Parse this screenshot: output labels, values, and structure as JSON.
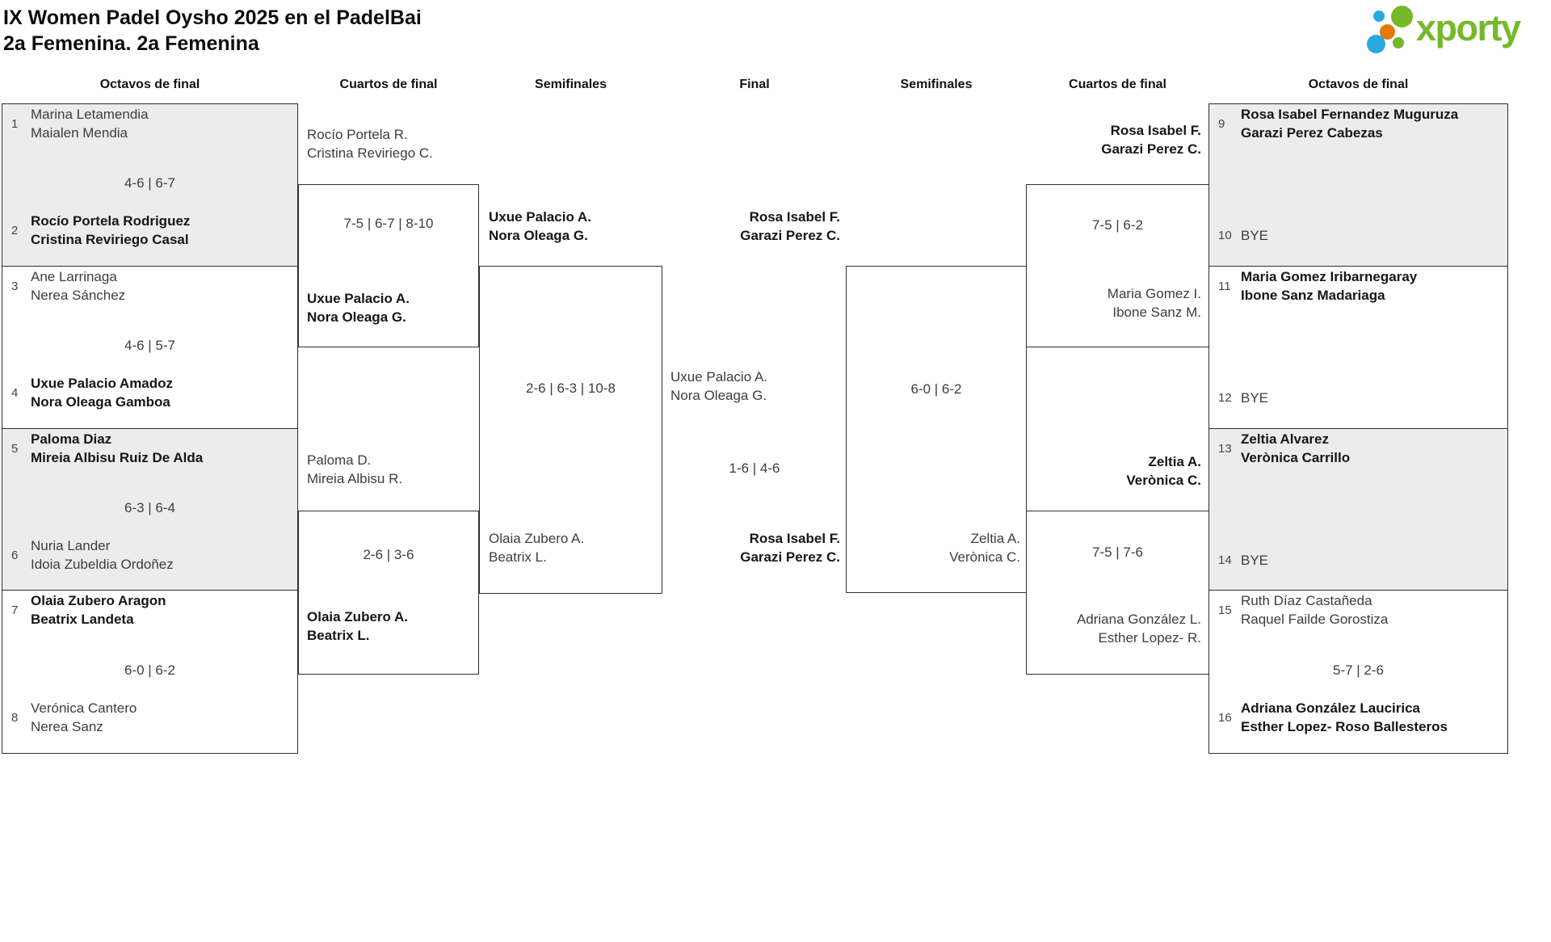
{
  "title": {
    "line1": "IX Women Padel Oysho 2025 en el PadelBai",
    "line2": "2a Femenina. 2a Femenina"
  },
  "logo": {
    "wordmark": "xporty"
  },
  "colors": {
    "accent_green": "#76b82a",
    "dot_blue": "#2aa9e0",
    "dot_orange": "#e4770e",
    "shade": "#ececec",
    "line": "#2f2f2f"
  },
  "round_headers": {
    "r16_left": "Octavos de final",
    "qf_left": "Cuartos de final",
    "sf_left": "Semifinales",
    "final": "Final",
    "sf_right": "Semifinales",
    "qf_right": "Cuartos de final",
    "r16_right": "Octavos de final"
  },
  "matches": {
    "r16_l1": {
      "seed_top": "1",
      "top1": "Marina Letamendia",
      "top2": "Maialen Mendia",
      "score": "4-6 | 6-7",
      "seed_bottom": "2",
      "bottom1": "Rocío Portela Rodriguez",
      "bottom2": "Cristina Reviriego Casal"
    },
    "r16_l2": {
      "seed_top": "3",
      "top1": "Ane Larrinaga",
      "top2": "Nerea Sánchez",
      "score": "4-6 | 5-7",
      "seed_bottom": "4",
      "bottom1": "Uxue Palacio Amadoz",
      "bottom2": "Nora Oleaga Gamboa"
    },
    "r16_l3": {
      "seed_top": "5",
      "top1": "Paloma Diaz",
      "top2": "Mireia Albisu Ruiz De Alda",
      "score": "6-3 | 6-4",
      "seed_bottom": "6",
      "bottom1": "Nuria Lander",
      "bottom2": "Idoia Zubeldia Ordoñez"
    },
    "r16_l4": {
      "seed_top": "7",
      "top1": "Olaia Zubero Aragon",
      "top2": "Beatrix Landeta",
      "score": "6-0 | 6-2",
      "seed_bottom": "8",
      "bottom1": "Verónica Cantero",
      "bottom2": "Nerea Sanz"
    },
    "qf_l1": {
      "top1": "Rocío Portela R.",
      "top2": "Cristina Reviriego C.",
      "score": "7-5 | 6-7 | 8-10",
      "bottom1": "Uxue Palacio A.",
      "bottom2": "Nora Oleaga G."
    },
    "qf_l2": {
      "top1": "Paloma D.",
      "top2": "Mireia Albisu R.",
      "score": "2-6 | 3-6",
      "bottom1": "Olaia Zubero A.",
      "bottom2": "Beatrix L."
    },
    "sf_l": {
      "top1": "Uxue Palacio A.",
      "top2": "Nora Oleaga G.",
      "score": "2-6 | 6-3 | 10-8",
      "bottom1": "Olaia Zubero A.",
      "bottom2": "Beatrix L."
    },
    "final": {
      "top1": "Uxue Palacio A.",
      "top2": "Nora Oleaga G.",
      "score": "1-6 | 4-6",
      "bottom1": "Rosa Isabel F.",
      "bottom2": "Garazi Perez C."
    },
    "sf_r": {
      "top1": "Rosa Isabel F.",
      "top2": "Garazi Perez C.",
      "score": "6-0 | 6-2",
      "bottom1": "Zeltia A.",
      "bottom2": "Verònica C."
    },
    "qf_r1": {
      "top1": "Rosa Isabel F.",
      "top2": "Garazi Perez C.",
      "score": "7-5 | 6-2",
      "bottom1": "Maria Gomez I.",
      "bottom2": "Ibone Sanz M."
    },
    "qf_r2": {
      "top1": "Zeltia A.",
      "top2": "Verònica C.",
      "score": "7-5 | 7-6",
      "bottom1": "Adriana González L.",
      "bottom2": "Esther Lopez- R."
    },
    "r16_r1": {
      "seed_top": "9",
      "top1": "Rosa Isabel Fernandez Muguruza",
      "top2": "Garazi Perez Cabezas",
      "seed_bottom": "10",
      "bye": "BYE"
    },
    "r16_r2": {
      "seed_top": "11",
      "top1": "Maria Gomez Iribarnegaray",
      "top2": "Ibone Sanz Madariaga",
      "seed_bottom": "12",
      "bye": "BYE"
    },
    "r16_r3": {
      "seed_top": "13",
      "top1": "Zeltia Alvarez",
      "top2": "Verònica Carrillo",
      "seed_bottom": "14",
      "bye": "BYE"
    },
    "r16_r4": {
      "seed_top": "15",
      "top1": "Ruth Díaz Castañeda",
      "top2": "Raquel Failde Gorostiza",
      "score": "5-7 | 2-6",
      "seed_bottom": "16",
      "bottom1": "Adriana González Laucirica",
      "bottom2": "Esther Lopez- Roso Ballesteros"
    }
  }
}
